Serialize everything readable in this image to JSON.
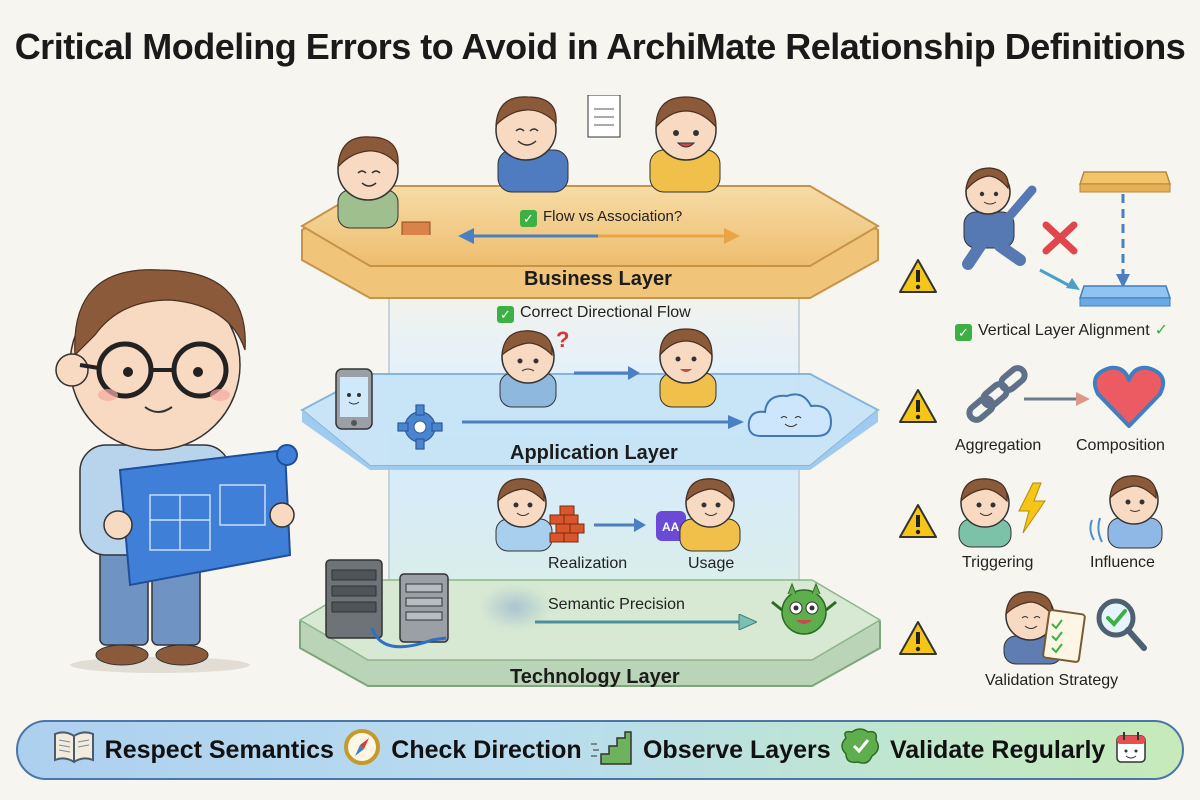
{
  "title": "Critical Modeling Errors to Avoid in ArchiMate Relationship Definitions",
  "layers": {
    "business": {
      "name": "Business Layer",
      "callout": "Flow vs Association?",
      "color": "#f1c98a"
    },
    "application": {
      "name": "Application Layer",
      "color": "#bfe0f7"
    },
    "technology": {
      "name": "Technology Layer",
      "callout": "Semantic Precision",
      "color": "#cfe2cc"
    }
  },
  "column_labels": {
    "directional_flow": "Correct Directional Flow",
    "realization": "Realization",
    "usage": "Usage"
  },
  "errors_panel": {
    "items": [
      {
        "icon": "warning-icon",
        "label": "Vertical Layer Alignment",
        "checked": true
      },
      {
        "icon": "warning-icon",
        "left": "Aggregation",
        "right": "Composition"
      },
      {
        "icon": "warning-icon",
        "left": "Triggering",
        "right": "Influence"
      },
      {
        "icon": "warning-icon",
        "label": "Validation Strategy"
      }
    ]
  },
  "bottom_bar": {
    "items": [
      {
        "icon": "book-icon",
        "label": "Respect Semantics"
      },
      {
        "icon": "compass-icon",
        "label": "Check Direction"
      },
      {
        "icon": "stairs-icon",
        "label": "Observe Layers"
      },
      {
        "icon": "shield-check-icon",
        "label": "Validate Regularly"
      }
    ],
    "trailing_icon": "calendar-icon"
  },
  "colors": {
    "background": "#f7f5ef",
    "warning": "#f5c518",
    "check": "#3cb043",
    "error_x": "#e0474c",
    "arrow_blue": "#4a7fc1",
    "arrow_orange": "#e8a445"
  }
}
